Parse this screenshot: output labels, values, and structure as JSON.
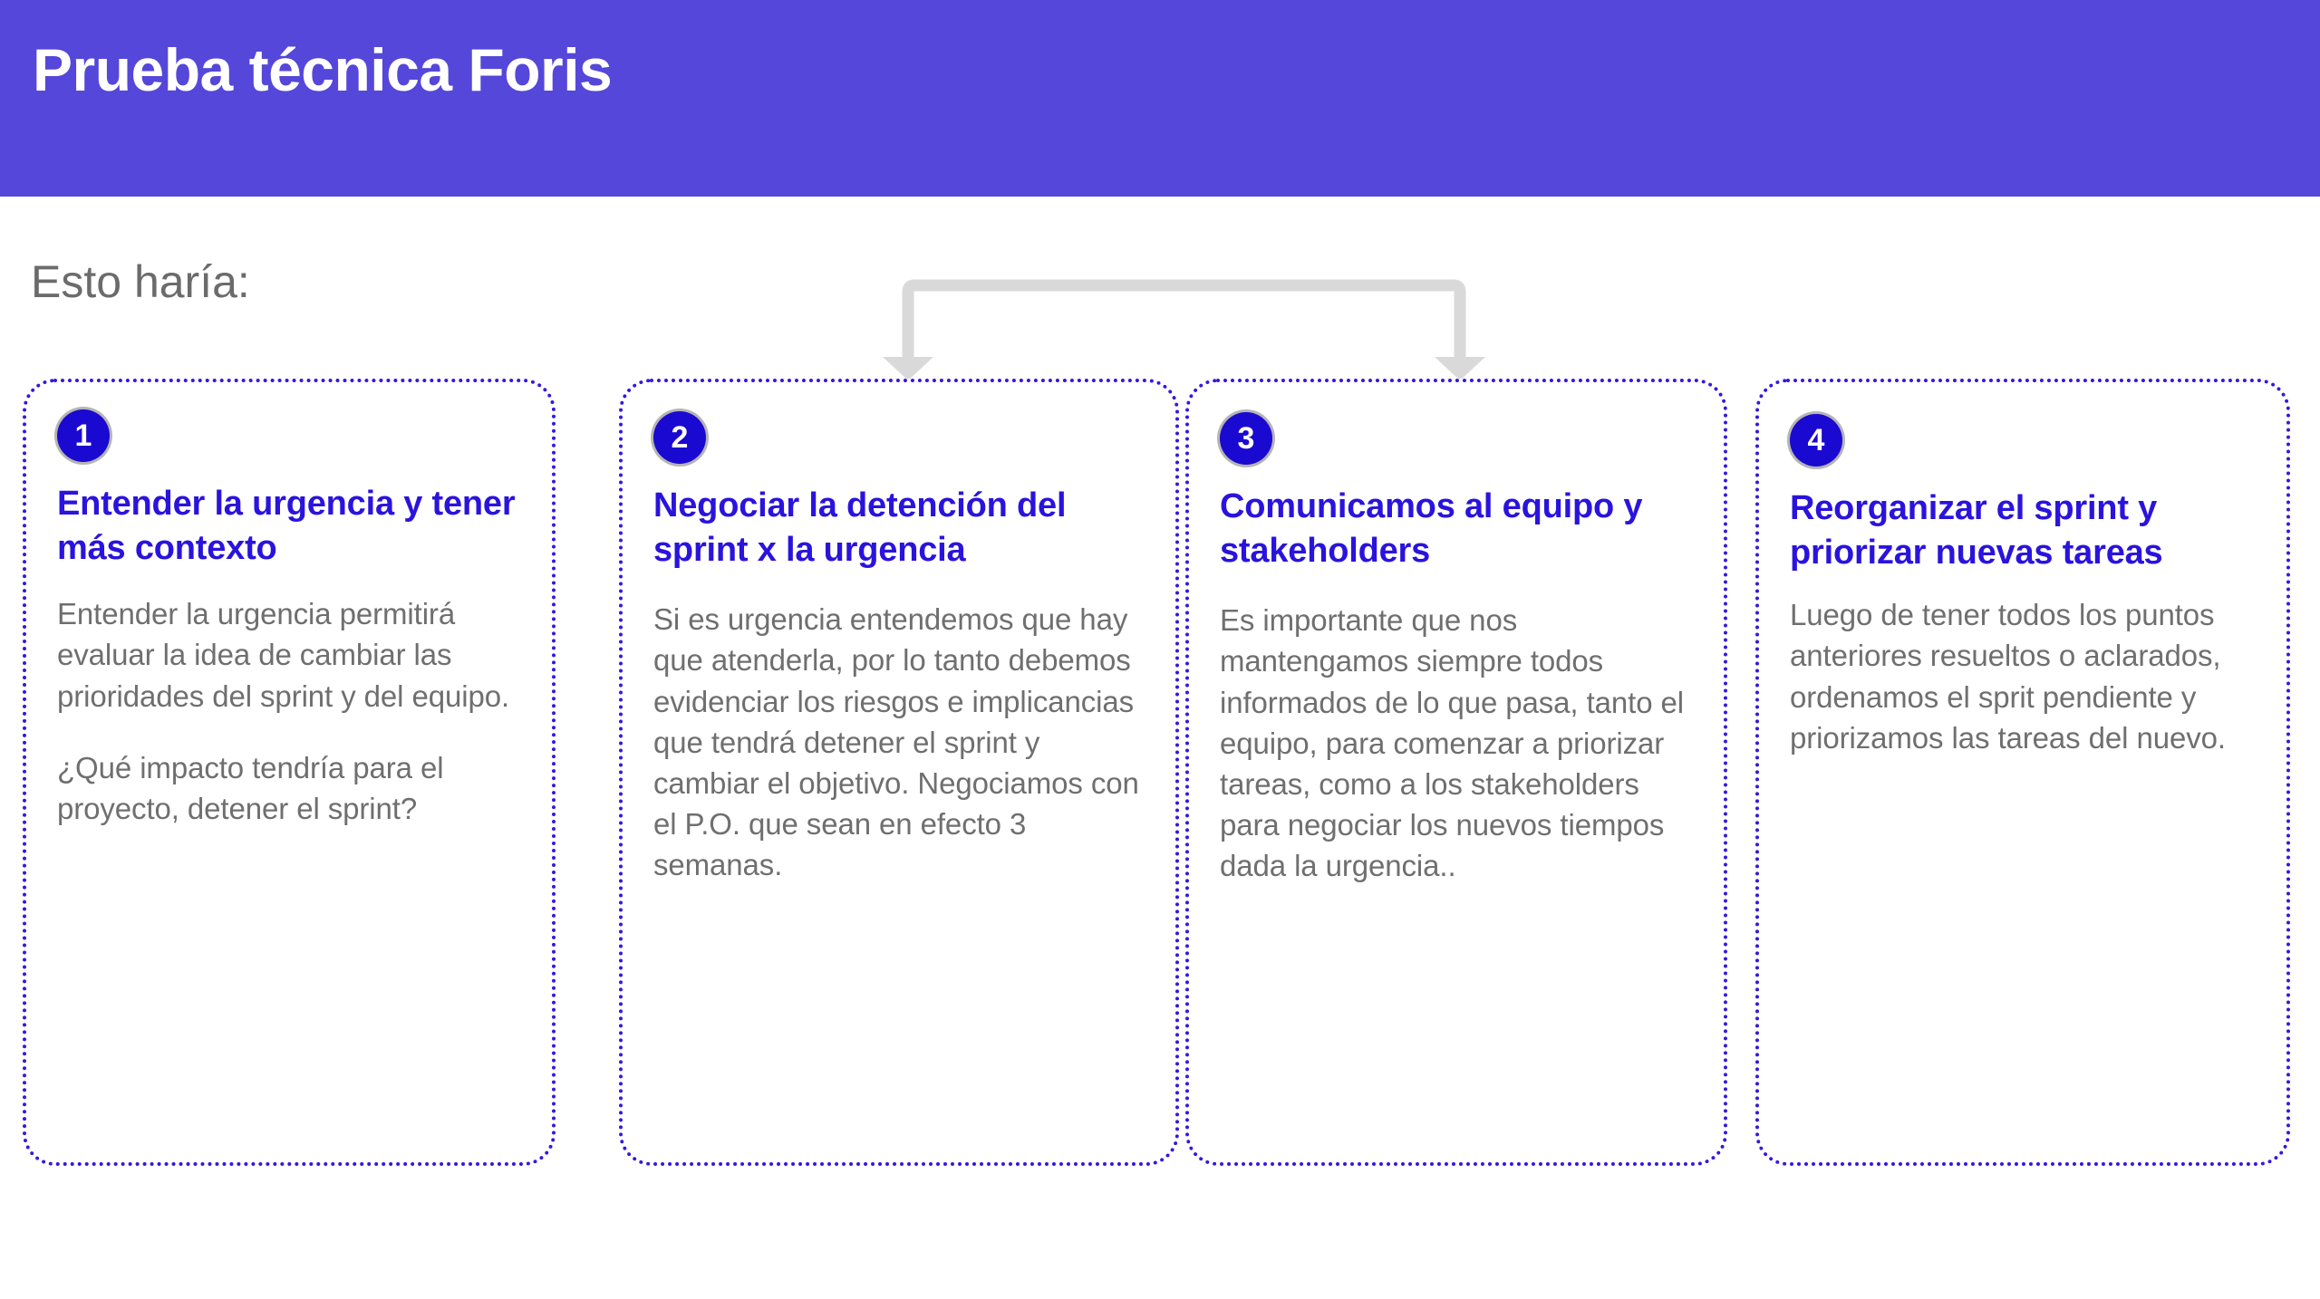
{
  "header": {
    "title": "Prueba técnica Foris",
    "background_color": "#5447d9",
    "text_color": "#ffffff"
  },
  "section": {
    "subtitle": "Esto haría:",
    "subtitle_color": "#6b6b6b"
  },
  "connector": {
    "name": "bracket-arrow-connector",
    "color": "#d9d9d9",
    "arrow_targets": [
      "card-2",
      "card-3"
    ]
  },
  "theme": {
    "badge_color": "#1a09d0",
    "card_title_color": "#2a13dd",
    "card_body_color": "#6f6f6f",
    "card_border_color": "#3318e0",
    "page_background": "#ffffff"
  },
  "cards": [
    {
      "number": "1",
      "title": "Entender la urgencia y tener más contexto",
      "paragraphs": [
        "Entender la urgencia permitirá evaluar la idea de cambiar las prioridades del sprint y del equipo.",
        "¿Qué impacto tendría para el proyecto, detener el sprint?"
      ]
    },
    {
      "number": "2",
      "title": "Negociar la detención del sprint x la urgencia",
      "paragraphs": [
        "Si es urgencia entendemos que hay que atenderla, por lo tanto debemos evidenciar los riesgos e implicancias que tendrá detener el sprint y cambiar el objetivo. Negociamos con el P.O. que sean en efecto 3 semanas."
      ]
    },
    {
      "number": "3",
      "title": "Comunicamos al equipo y stakeholders",
      "paragraphs": [
        "Es importante que nos mantengamos siempre todos informados de lo que pasa, tanto el equipo, para comenzar a priorizar tareas, como a los stakeholders para negociar los nuevos tiempos dada la urgencia.."
      ]
    },
    {
      "number": "4",
      "title": "Reorganizar el sprint y priorizar nuevas tareas",
      "paragraphs": [
        "Luego de tener todos los puntos anteriores resueltos o aclarados, ordenamos el sprit pendiente y priorizamos las tareas del nuevo."
      ]
    }
  ]
}
